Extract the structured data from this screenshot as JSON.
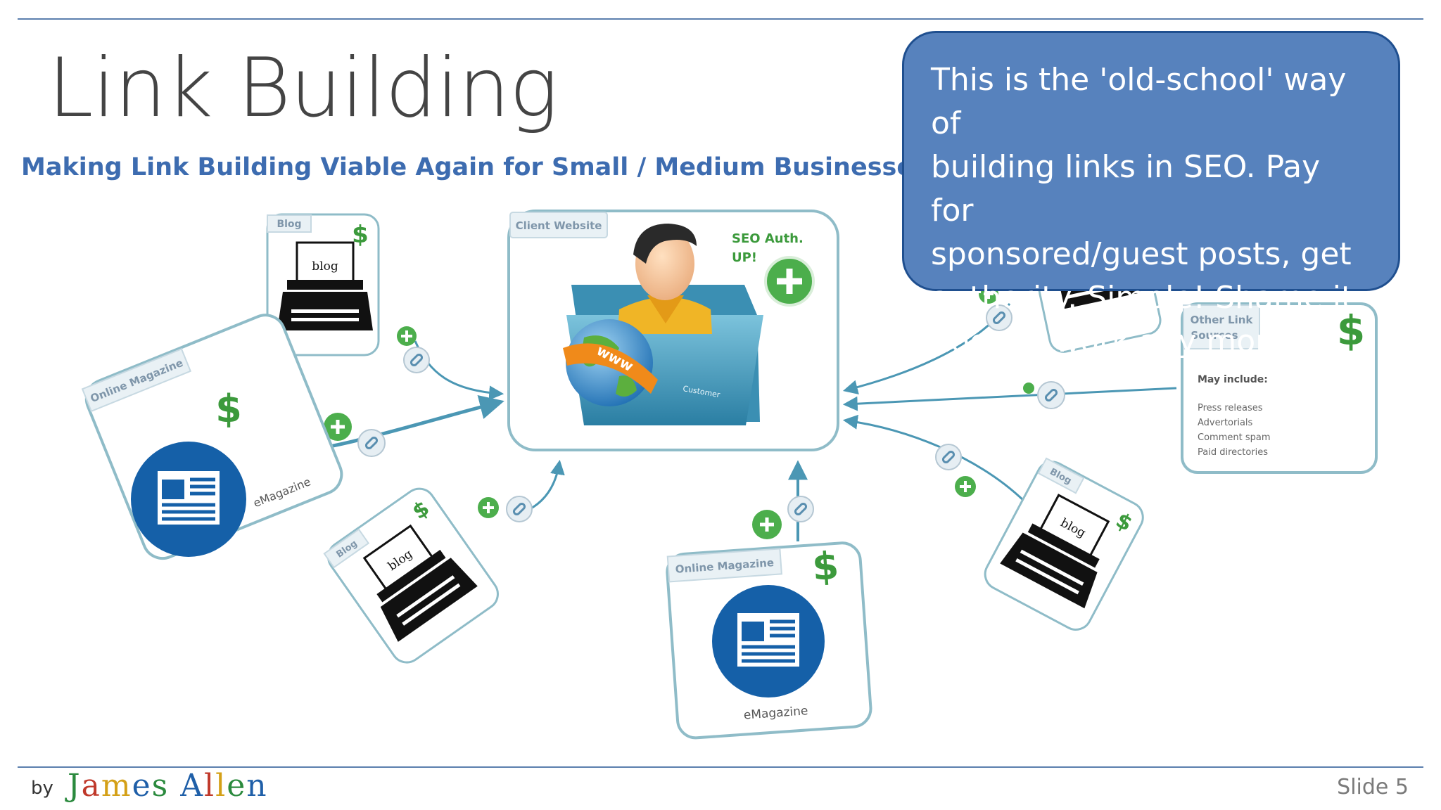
{
  "slide": {
    "title": "Link Building",
    "subtitle": "Making Link Building Viable Again for Small / Medium Businesses",
    "callout_lines": [
      "This is the 'old-school' way of",
      "building links in SEO. Pay for",
      "sponsored/guest posts, get",
      "authority. Simple! Shame it",
      "doesn't work any more…"
    ],
    "slide_number": "Slide 5"
  },
  "footer": {
    "by": "by",
    "author": "James Allen",
    "author_letters": [
      "J",
      "a",
      "m",
      "e",
      "s",
      " ",
      "A",
      "l",
      "l",
      "e",
      "n"
    ],
    "author_colors": [
      "#2b8a3e",
      "#c0392b",
      "#d4a017",
      "#1f5fa8",
      "#2b8a3e",
      "#000000",
      "#1f5fa8",
      "#c0392b",
      "#d4a017",
      "#2b8a3e",
      "#1f5fa8"
    ]
  },
  "diagram": {
    "client": {
      "label": "Client Website",
      "seo_text_1": "SEO Auth.",
      "seo_text_2": "UP!",
      "globe_text": "www",
      "folder_text": "Customer"
    },
    "blog_top": {
      "label": "Blog",
      "icon_text": "blog",
      "dollar": "$"
    },
    "mag_left": {
      "label": "Online Magazine",
      "caption": "eMagazine",
      "dollar": "$"
    },
    "blog_bottom": {
      "label": "Blog",
      "icon_text": "blog",
      "dollar": "$"
    },
    "mag_bottom": {
      "label": "Online Magazine",
      "caption": "eMagazine",
      "dollar": "$"
    },
    "blog_right": {
      "label": "Blog",
      "icon_text": "blog",
      "dollar": "$"
    },
    "other": {
      "label_1": "Other Link",
      "label_2": "Sources",
      "may": "May include:",
      "items": [
        "Press releases",
        "Advertorials",
        "Comment spam",
        "Paid directories"
      ],
      "dollar": "$"
    }
  },
  "colors": {
    "rule": "#5b7fae",
    "subtitle": "#3d6cb0",
    "callout_fill": "#5782bd",
    "callout_border": "#1f4f8f",
    "card_border": "#8fbcc8",
    "arrow": "#4b97b4",
    "dollar": "#3c9a3c",
    "plus": "#4cae4c",
    "magazine_circle": "#1560a8"
  }
}
